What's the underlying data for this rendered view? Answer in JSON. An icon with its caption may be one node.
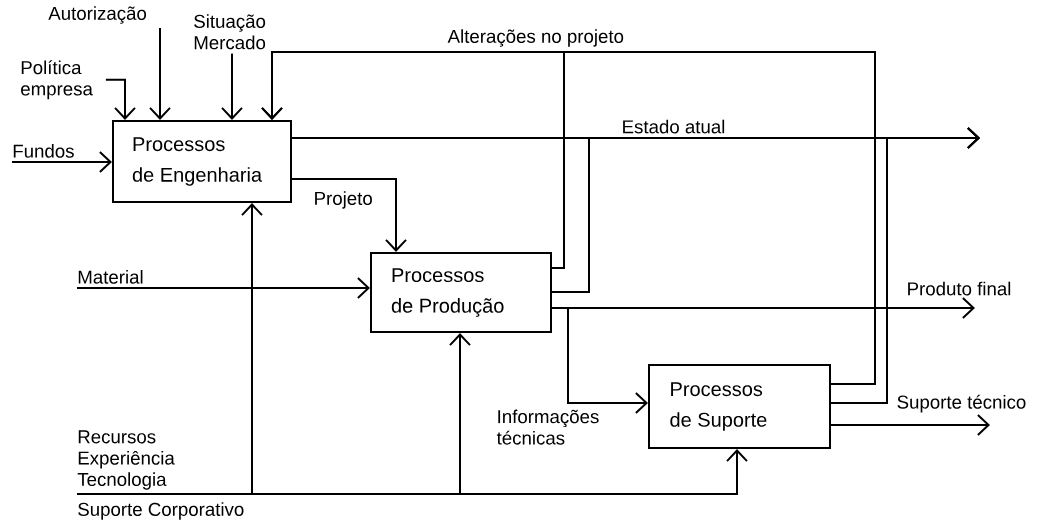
{
  "diagram": {
    "nodes": [
      {
        "text": [
          "Processos de Engenharia"
        ]
      },
      {
        "text": [
          "Processos de Produção"
        ]
      },
      {
        "text": [
          "Processos de Suporte"
        ]
      },
      {
        "text": [
          "Autorização"
        ]
      },
      {
        "text": [
          "Política empresa"
        ]
      },
      {
        "text": [
          "Situação Mercado"
        ]
      },
      {
        "text": [
          "Fundos"
        ]
      },
      {
        "text": [
          "Material"
        ]
      },
      {
        "text": [
          "Recursos Experiência Tecnologia"
        ],
        "beside": [
          "Suporte Corporativo"
        ]
      }
    ],
    "edges": [
      {
        "from": 3,
        "to": 0,
        "arrow": "to"
      },
      {
        "from": 4,
        "to": 0,
        "arrow": "to"
      },
      {
        "from": 5,
        "to": 0,
        "arrow": "to"
      },
      {
        "from": 6,
        "to": 0,
        "arrow": "to"
      },
      {
        "from": 0,
        "to": 1,
        "arrow": "to",
        "label": "Projeto"
      },
      {
        "from": 0,
        "to": null,
        "arrow": "to",
        "label": "Estado atual"
      },
      {
        "from": 1,
        "to": 0,
        "arrow": "to",
        "label": "Alterações no projeto"
      },
      {
        "from": 2,
        "to": 0,
        "arrow": "to"
      },
      {
        "from": 7,
        "to": 1,
        "arrow": "to"
      },
      {
        "from": 1,
        "to": null,
        "arrow": "to"
      },
      {
        "from": 1,
        "to": null,
        "arrow": "to",
        "label": "Produto final"
      },
      {
        "from": 1,
        "to": 2,
        "arrow": "to",
        "label": "Informações técnicas"
      },
      {
        "from": 2,
        "to": null,
        "arrow": "to"
      },
      {
        "from": 2,
        "to": null,
        "arrow": "to",
        "label": "Suporte técnico"
      },
      {
        "from": 8,
        "to": 0,
        "arrow": "to"
      },
      {
        "from": 8,
        "to": 1,
        "arrow": "to"
      },
      {
        "from": 8,
        "to": 2,
        "arrow": "to"
      }
    ]
  }
}
